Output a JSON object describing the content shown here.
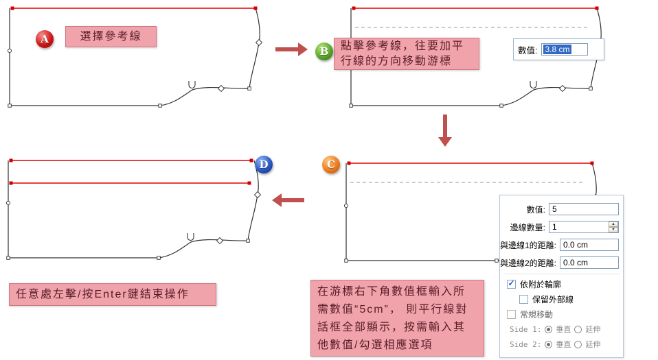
{
  "steps": {
    "a": {
      "badge": "A",
      "label": "選擇參考線"
    },
    "b": {
      "badge": "B",
      "label": "點擊參考線，往要加平行線的方向移動游標"
    },
    "c": {
      "badge": "C"
    },
    "d": {
      "badge": "D",
      "label": "任意處左擊/按Enter鍵結束操作"
    }
  },
  "note": {
    "text": "在游標右下角數值框輸入所需數值“5cm”， 則平行線對話框全部顯示，按需輸入其他數值/勾選相應選項"
  },
  "value_popup": {
    "label": "數值:",
    "value": "3.8 cm"
  },
  "dialog": {
    "rows": [
      {
        "label": "數值:",
        "value": "5"
      },
      {
        "label": "邊線數量:",
        "value": "1"
      },
      {
        "label": "與邊線1的距離:",
        "value": "0.0 cm"
      },
      {
        "label": "與邊線2的距離:",
        "value": "0.0 cm"
      }
    ],
    "checkboxes": [
      {
        "label": "依附於輪廓",
        "checked": true
      },
      {
        "label": "保留外部線",
        "checked": false
      },
      {
        "label": "常規移動",
        "checked": false
      }
    ],
    "sides": [
      {
        "label": "Side 1:",
        "options": [
          {
            "label": "垂直",
            "selected": true
          },
          {
            "label": "延伸",
            "selected": false
          }
        ]
      },
      {
        "label": "Side 2:",
        "options": [
          {
            "label": "垂直",
            "selected": true
          },
          {
            "label": "延伸",
            "selected": false
          }
        ]
      }
    ]
  },
  "colors": {
    "callout_pink": "#f1a3ac",
    "arrow": "#c0504d",
    "reference_line_red": "#e00000",
    "selection_blue": "#316ac5"
  }
}
